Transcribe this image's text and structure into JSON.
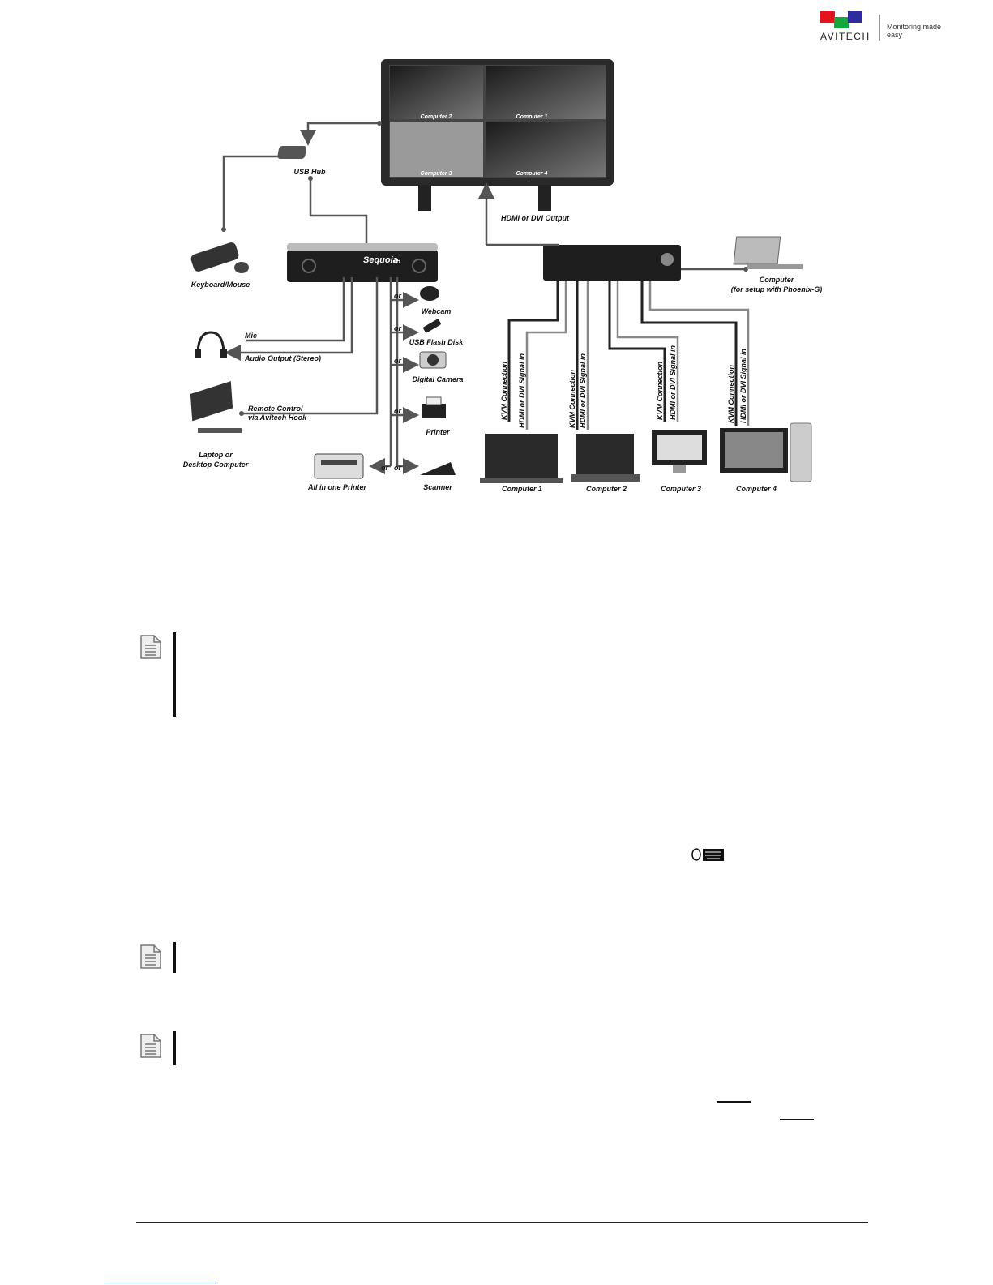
{
  "brand": {
    "name": "AVITECH",
    "tagline": "Monitoring made easy",
    "colors": {
      "red": "#e3141b",
      "green": "#14a83c",
      "blue": "#2c2c9c"
    }
  },
  "diagram": {
    "monitor_tiles": [
      "Computer 2",
      "Computer 1",
      "Computer 3",
      "Computer 4"
    ],
    "device_name": "Sequoia",
    "device_model": "4H",
    "labels": {
      "usb_hub": "USB Hub",
      "keyboard_mouse": "Keyboard/Mouse",
      "hdmi_output": "HDMI or DVI Output",
      "setup_computer_line1": "Computer",
      "setup_computer_line2": "(for setup with Phoenix-G)",
      "mic": "Mic",
      "audio_output": "Audio Output (Stereo)",
      "remote_line1": "Remote Control",
      "remote_line2": "via Avitech Hook",
      "laptop_line1": "Laptop or",
      "laptop_line2": "Desktop Computer",
      "webcam": "Webcam",
      "usb_flash": "USB Flash Disk",
      "digital_camera": "Digital Camera",
      "printer": "Printer",
      "all_in_one": "All in one Printer",
      "scanner": "Scanner",
      "or": "or",
      "kvm": "KVM Connection",
      "signal_in": "HDMI or DVI Signal in",
      "computer_1": "Computer 1",
      "computer_2": "Computer 2",
      "computer_3": "Computer 3",
      "computer_4": "Computer 4"
    }
  },
  "icons": {
    "note": "note-document-icon",
    "kvm": "mouse-keyboard-icon"
  }
}
